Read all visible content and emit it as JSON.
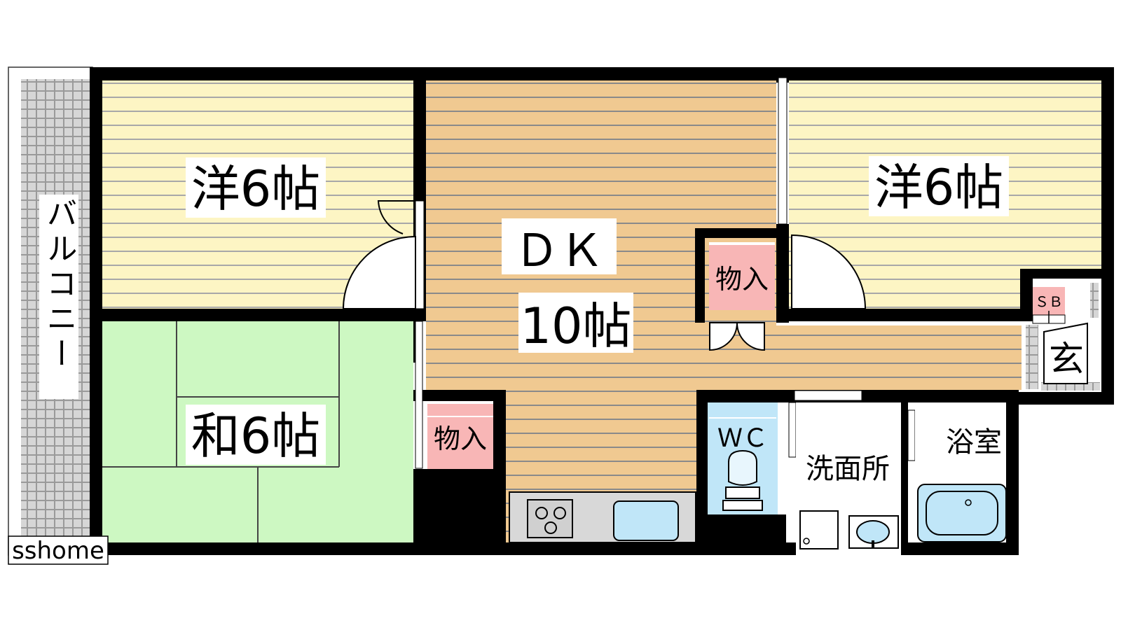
{
  "rooms": {
    "western_left": "洋6帖",
    "western_right": "洋6帖",
    "japanese": "和6帖",
    "dk_name": "ＤＫ",
    "dk_size": "10帖",
    "closet_center": "物入",
    "closet_lower": "物入",
    "wc": "ＷＣ",
    "washroom": "洗面所",
    "bath": "浴室",
    "shoebox": "ＳＢ",
    "entrance": "玄"
  },
  "balcony": "バルコニー",
  "watermark": "sshome",
  "colors": {
    "western_floor": "#fdf5c4",
    "dk_floor": "#f0c991",
    "tatami": "#cdf8c2",
    "closet": "#f8b6b6",
    "water": "#c0e6f8",
    "wall": "#000000",
    "balcony": "#d4d4d4",
    "kitchen": "#d8d8d8",
    "stripe": "#999999"
  }
}
